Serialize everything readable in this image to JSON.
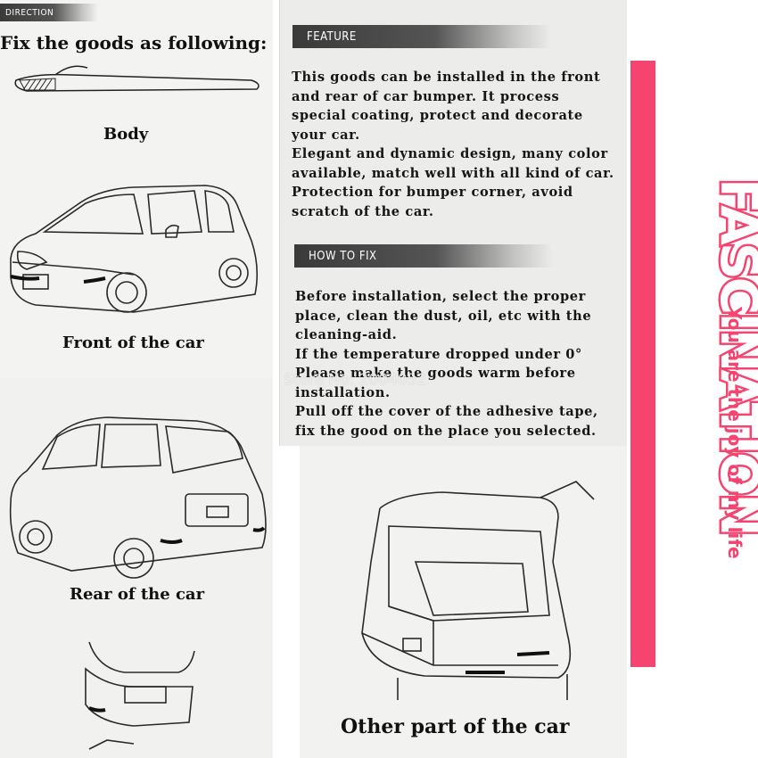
{
  "direction": {
    "header": "DIRECTION",
    "intro": "Fix the goods as following:",
    "body_caption": "Body",
    "front_caption": "Front of the car",
    "rear_caption": "Rear of the car",
    "other_caption": "Other part of the car"
  },
  "feature": {
    "header": "FEATURE",
    "lines": [
      "This goods can be installed in the front",
      "and rear of car bumper. It process",
      "special coating, protect and decorate",
      "your car.",
      "Elegant and dynamic design, many color",
      "available, match well with all kind of car.",
      "Protection for bumper corner, avoid",
      "scratch of the car."
    ]
  },
  "how_to_fix": {
    "header": "HOW TO FIX",
    "lines": [
      "Before installation, select the proper",
      "place, clean the dust, oil, etc with the",
      "cleaning-aid.",
      "If the temperature dropped under 0°",
      "Please make the goods warm before",
      "installation.",
      "Pull off the cover of the adhesive tape,",
      "fix the good on the place you selected."
    ]
  },
  "watermark": "Store No: 2004052",
  "brand": {
    "name": "FASCINATION",
    "tagline": "You are the joy of my life",
    "color": "#f4446f"
  }
}
